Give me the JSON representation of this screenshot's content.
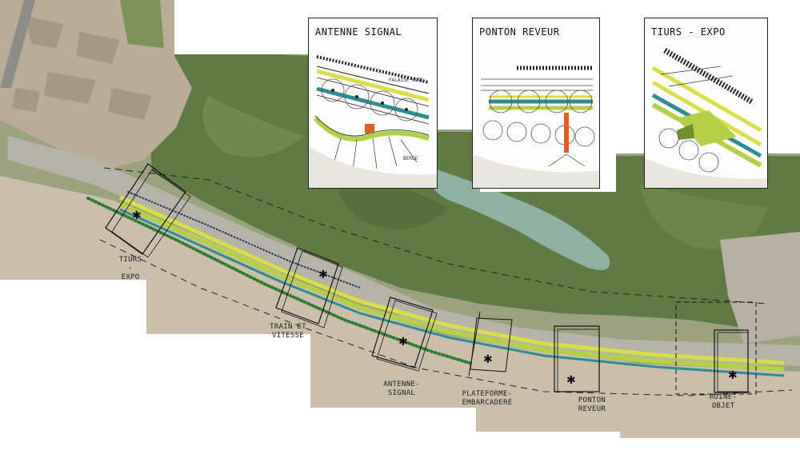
{
  "colors": {
    "water": "#cbbeaa",
    "forest": "#5f7a43",
    "lake": "#8fb3a3",
    "path_yellow": "#d8df4a",
    "path_teal": "#2f8c93",
    "path_dots": "#2e7d32",
    "accent_orange": "#d8622a"
  },
  "sketches": [
    {
      "id": "antenne",
      "title": "ANTENNE SIGNAL",
      "notes": [
        "FALAISE COTE",
        "BERGE"
      ]
    },
    {
      "id": "ponton",
      "title": "PONTON REVEUR"
    },
    {
      "id": "tiurs",
      "title": "TIURS - EXPO"
    }
  ],
  "stations": [
    {
      "id": "tiurs-expo",
      "lines": [
        "TIURS",
        "-",
        "EXPO"
      ]
    },
    {
      "id": "train-vitesse",
      "lines": [
        "TRAIN ET",
        "VITESSE"
      ]
    },
    {
      "id": "antenne-signal",
      "lines": [
        "ANTENNE-",
        "SIGNAL"
      ]
    },
    {
      "id": "plateforme",
      "lines": [
        "PLATEFORME-",
        "EMBARCADERE"
      ]
    },
    {
      "id": "ponton-reveur",
      "lines": [
        "PONTON",
        "REVEUR"
      ]
    },
    {
      "id": "ruine-objet",
      "lines": [
        "RUINE-",
        "OBJET"
      ]
    }
  ]
}
